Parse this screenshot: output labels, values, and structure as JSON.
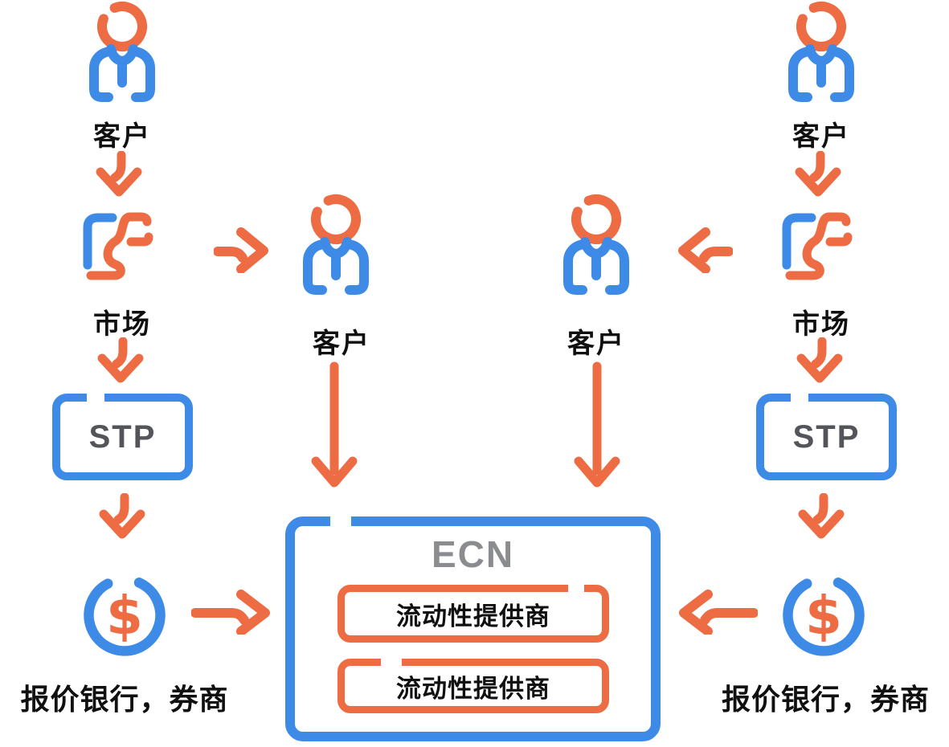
{
  "diagram": {
    "left": {
      "customer": "客户",
      "market": "市场",
      "stp": "STP",
      "bank": "报价银行，券商"
    },
    "middle": {
      "left_customer": "客户",
      "right_customer": "客户"
    },
    "right": {
      "customer": "客户",
      "market": "市场",
      "stp": "STP",
      "bank": "报价银行，券商"
    },
    "ecn": {
      "title": "ECN",
      "providers": [
        "流动性提供商",
        "流动性提供商"
      ]
    }
  },
  "colors": {
    "orange": "#ED6C44",
    "blue": "#3E8BE7",
    "stp_text": "#53555A",
    "ecn_text": "#8A8C8F",
    "label_text": "#101010",
    "background": "#FFFFFF"
  },
  "icons": [
    "person-icon",
    "market-chart-icon",
    "dollar-circle-icon",
    "arrow-down-icon",
    "arrow-right-icon",
    "arrow-left-icon"
  ]
}
